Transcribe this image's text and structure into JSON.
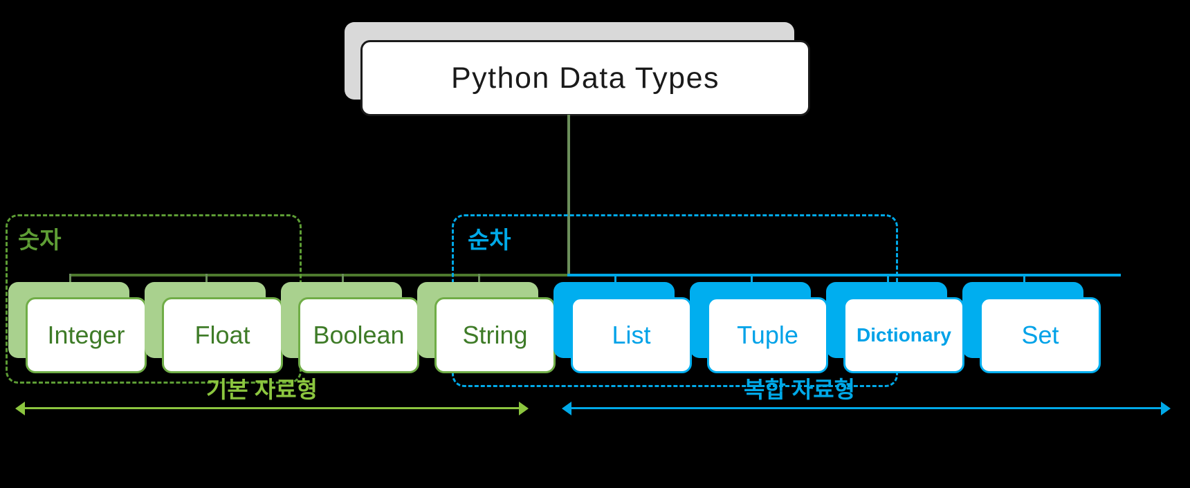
{
  "diagram": {
    "title": "Python Data Types",
    "root": {
      "label": "Python Data Types"
    },
    "groups": [
      {
        "id": "numeric",
        "label": "숫자",
        "color": "#5E9E35",
        "style": "dashed-rounded-box"
      },
      {
        "id": "sequence",
        "label": "순차",
        "color": "#00A9E8",
        "style": "dashed-rounded-box"
      }
    ],
    "nodes": [
      {
        "id": "integer",
        "label": "Integer",
        "theme": "green",
        "bold": false
      },
      {
        "id": "float",
        "label": "Float",
        "theme": "green",
        "bold": false
      },
      {
        "id": "boolean",
        "label": "Boolean",
        "theme": "green",
        "bold": false
      },
      {
        "id": "string",
        "label": "String",
        "theme": "green",
        "bold": false
      },
      {
        "id": "list",
        "label": "List",
        "theme": "blue",
        "bold": false
      },
      {
        "id": "tuple",
        "label": "Tuple",
        "theme": "blue",
        "bold": false
      },
      {
        "id": "dictionary",
        "label": "Dictionary",
        "theme": "blue",
        "bold": true
      },
      {
        "id": "set",
        "label": "Set",
        "theme": "blue",
        "bold": false
      }
    ],
    "ranges": [
      {
        "id": "basic",
        "label": "기본 자료형",
        "color": "#8CC63F"
      },
      {
        "id": "compound",
        "label": "복합 자료형",
        "color": "#00A9E8"
      }
    ],
    "colors": {
      "background": "#000000",
      "root_border": "#1A1A1A",
      "root_shadow": "#D9D9D9",
      "green_accent": "#70AD47",
      "green_shadow": "#A9D18E",
      "green_text": "#3E7B27",
      "green_group": "#5E9E35",
      "green_range": "#8CC63F",
      "blue_accent": "#00AEEF",
      "blue_text": "#00A2E8",
      "trunk": "#6B8E5A"
    }
  }
}
